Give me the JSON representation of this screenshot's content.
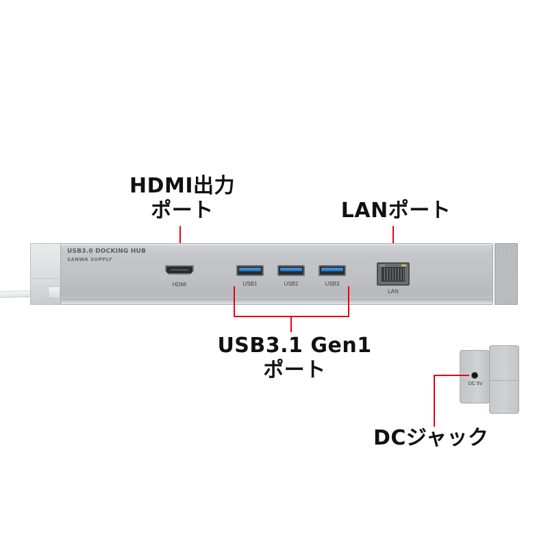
{
  "product": {
    "brand_title": "USB3.0 DOCKING HUB",
    "brand_sub": "SANWA SUPPLY"
  },
  "ports": {
    "hdmi": "HDMI",
    "usb1": "USB1",
    "usb2": "USB2",
    "usb3": "USB3",
    "lan": "LAN",
    "dc": "DC 5V"
  },
  "callouts": {
    "hdmi": {
      "line1": "HDMI出力",
      "line2": "ポート"
    },
    "lan": {
      "line1": "LANポート"
    },
    "usb": {
      "line1": "USB3.1  Gen1",
      "line2": "ポート"
    },
    "dc": {
      "line1": "DCジャック"
    }
  },
  "colors": {
    "callout_line": "#e60012",
    "usb_blue": "#3f9fe8",
    "hub_silver": "#c2c4c7"
  }
}
